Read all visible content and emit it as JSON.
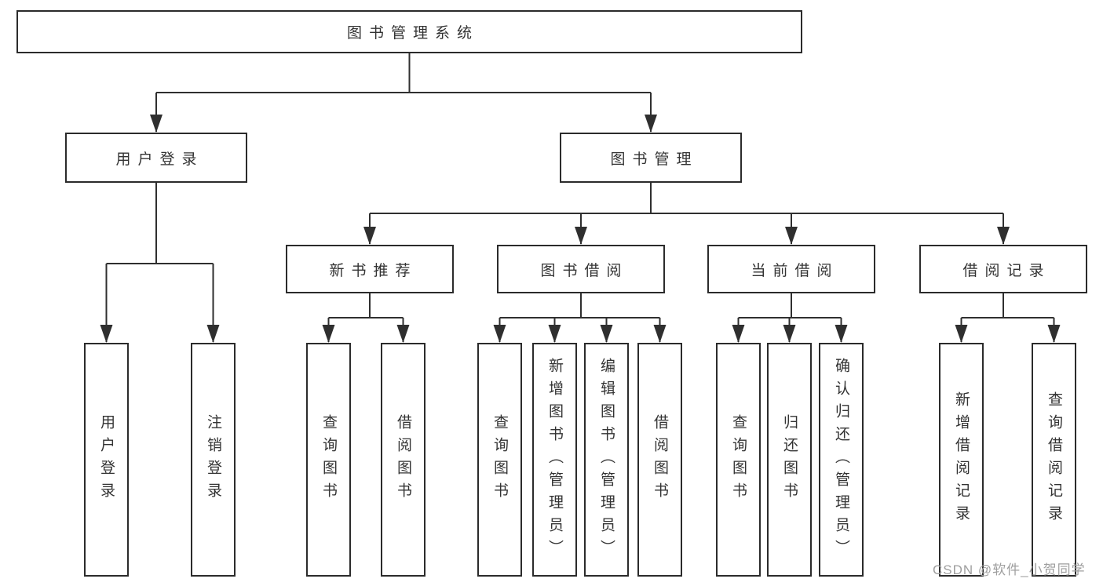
{
  "diagram": {
    "title": "图书管理系统",
    "tree": {
      "label": "图书管理系统",
      "children": [
        {
          "label": "用户登录",
          "children": [
            {
              "label": "用户登录"
            },
            {
              "label": "注销登录"
            }
          ]
        },
        {
          "label": "图书管理",
          "children": [
            {
              "label": "新书推荐",
              "children": [
                {
                  "label": "查询图书"
                },
                {
                  "label": "借阅图书"
                }
              ]
            },
            {
              "label": "图书借阅",
              "children": [
                {
                  "label": "查询图书"
                },
                {
                  "label": "新增图书（管理员）"
                },
                {
                  "label": "编辑图书（管理员）"
                },
                {
                  "label": "借阅图书"
                }
              ]
            },
            {
              "label": "当前借阅",
              "children": [
                {
                  "label": "查询图书"
                },
                {
                  "label": "归还图书"
                },
                {
                  "label": "确认归还（管理员）"
                }
              ]
            },
            {
              "label": "借阅记录",
              "children": [
                {
                  "label": "新增借阅记录"
                },
                {
                  "label": "查询借阅记录"
                }
              ]
            }
          ]
        }
      ]
    },
    "colors": {
      "line": "#2f2f2f",
      "border": "#2b2b2b",
      "text": "#333333",
      "background": "#ffffff",
      "watermark_color": "#9e9e9e"
    },
    "watermark": "CSDN @软件_小贺同学"
  }
}
